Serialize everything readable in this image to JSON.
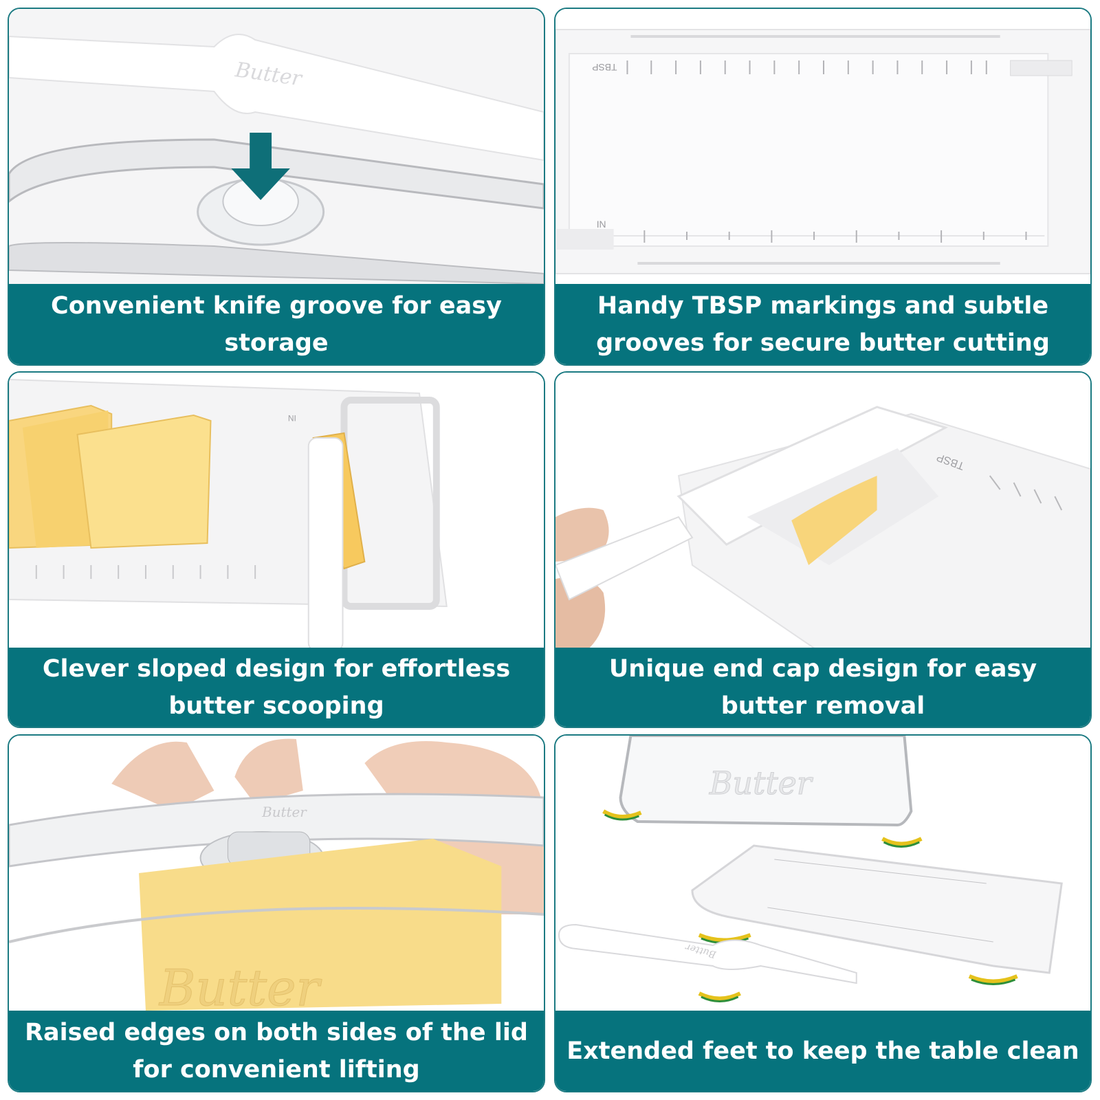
{
  "panels": [
    {
      "caption": "Convenient knife groove for easy storage",
      "engraving": "Butter"
    },
    {
      "caption_line1": "Handy TBSP markings and subtle",
      "caption_line2": "grooves for secure butter cutting",
      "scale_label_top": "TBSP",
      "scale_label_bottom": "IN"
    },
    {
      "caption_line1": "Clever sloped design for effortless",
      "caption_line2": "butter scooping",
      "scale_label": "IN"
    },
    {
      "caption_line1": "Unique end cap design for easy",
      "caption_line2": "butter removal",
      "scale_label": "TBSP"
    },
    {
      "caption_line1": "Raised edges on both sides of the lid",
      "caption_line2": "for convenient lifting",
      "engraving_small": "Butter",
      "engraving_large": "Butter"
    },
    {
      "caption": "Extended feet to keep the table clean",
      "engraving_lid": "Butter",
      "engraving_knife": "Butter"
    }
  ],
  "colors": {
    "caption_bg": "#06737d",
    "border": "#1b7a82",
    "butter": "#f7d77a",
    "arrow": "#0e6f78",
    "feet_yellow": "#e5c21c",
    "feet_green": "#2e8f3a"
  }
}
